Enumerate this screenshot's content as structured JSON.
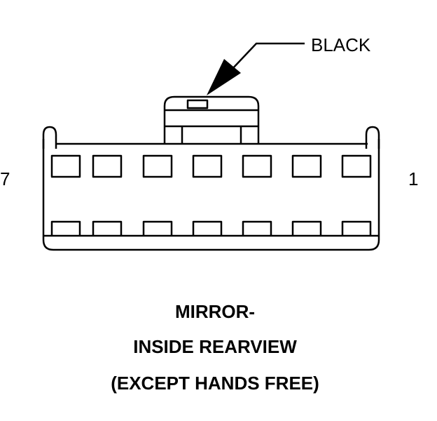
{
  "callout": {
    "label": "BLACK"
  },
  "pins": {
    "left_label": "7",
    "right_label": "1"
  },
  "title": {
    "line1": "MIRROR-",
    "line2": "INSIDE REARVIEW",
    "line3": "(EXCEPT HANDS FREE)"
  },
  "colors": {
    "stroke": "#000000",
    "background": "#ffffff"
  }
}
